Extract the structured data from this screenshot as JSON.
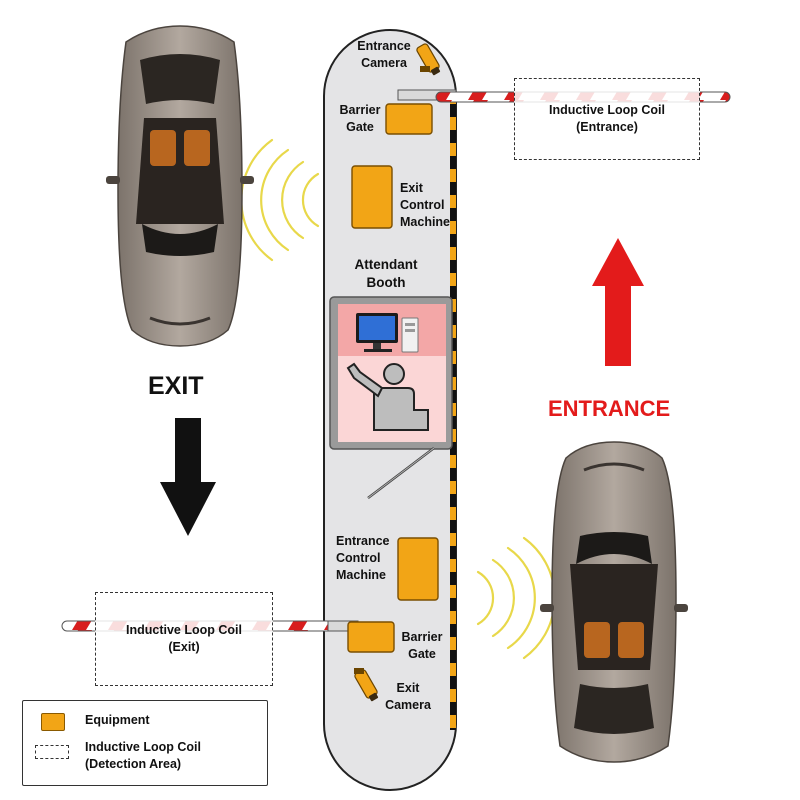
{
  "labels": {
    "entrance_camera": [
      "Entrance",
      "Camera"
    ],
    "barrier_gate_top": [
      "Barrier",
      "Gate"
    ],
    "exit_control_machine": [
      "Exit",
      "Control",
      "Machine"
    ],
    "attendant_booth": [
      "Attendant",
      "Booth"
    ],
    "entrance_control_machine": [
      "Entrance",
      "Control",
      "Machine"
    ],
    "barrier_gate_bottom": [
      "Barrier",
      "Gate"
    ],
    "exit_camera": [
      "Exit",
      "Camera"
    ]
  },
  "loop_coils": {
    "entrance": [
      "Inductive Loop Coil",
      "(Entrance)"
    ],
    "exit": [
      "Inductive Loop Coil",
      "(Exit)"
    ]
  },
  "directions": {
    "exit": "EXIT",
    "entrance": "ENTRANCE"
  },
  "legend": {
    "equipment": "Equipment",
    "loop": [
      "Inductive Loop Coil",
      "(Detection Area)"
    ]
  },
  "colors": {
    "equipment": "#f2a516",
    "island": "#e4e4e6",
    "entrance_arrow": "#e31b1b",
    "exit_arrow": "#111111",
    "barrier_stripe": "#d81e1e",
    "sensor_wave": "#e8d84a",
    "car_body": "#9a8f86",
    "booth_upper": "#f3a7a7",
    "booth_lower": "#fbd6d6"
  },
  "icons": [
    "car-icon",
    "camera-icon",
    "computer-icon",
    "attendant-icon",
    "arrow-up-icon",
    "arrow-down-icon",
    "sensor-wave-icon"
  ]
}
